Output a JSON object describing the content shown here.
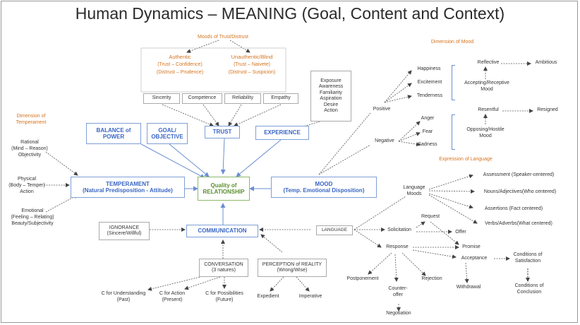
{
  "title": "Human Dynamics – MEANING (Goal, Content and Context)",
  "colors": {
    "accent_blue": "#3a66c4",
    "accent_green": "#5a8e2e",
    "accent_orange": "#d4741f"
  },
  "trust_section": {
    "heading": "Moods of Trust/Distrust",
    "authentic": {
      "title": "Authentic",
      "line1": "(Trust – Confidence)",
      "line2": "(Distrust – Prudence)"
    },
    "unauthentic": {
      "title": "Unauthentic/Blind",
      "line1": "(Trust – Naivete)",
      "line2": "(Distrust – Suspicion)"
    },
    "qualities": [
      "Sincerity",
      "Competence",
      "Reliability",
      "Empathy"
    ]
  },
  "experience_list": [
    "Exposure",
    "Awareness",
    "Familiarity",
    "Aspiration",
    "Desire",
    "Action"
  ],
  "boxes": {
    "balance": "BALANCE of POWER",
    "goal": "GOAL/ OBJECTIVE",
    "trust": "TRUST",
    "experience": "EXPERIENCE",
    "temperament_title": "TEMPERAMENT",
    "temperament_sub": "(Natural Predisposition - Attitude)",
    "quality_line1": "Quality of",
    "quality_line2": "RELATIONSHIP",
    "mood_title": "MOOD",
    "mood_sub": "(Temp. Emotional Disposition)",
    "communication": "COMMUNICATION",
    "ignorance_line1": "IGNORANCE",
    "ignorance_line2": "(Sincere/Willful)",
    "conversation_line1": "CONVERSATION",
    "conversation_line2": "(3 natures)",
    "perception_line1": "PERCEPTION of REALITY",
    "perception_line2": "(Wrong/Wise)",
    "language": "LANGUAGE"
  },
  "temperament_dims": {
    "heading_line1": "Dimension of",
    "heading_line2": "Temperament",
    "rational": [
      "Rational",
      "(Mind – Reason)",
      "Objectivity"
    ],
    "physical": [
      "Physical",
      "(Body – Temper)",
      "Action"
    ],
    "emotional": [
      "Emotional",
      "(Feeling – Relating)",
      "Beauty/Subjectivity"
    ]
  },
  "conversation_types": {
    "understanding": [
      "C for Understanding",
      "(Past)"
    ],
    "action": [
      "C for Action",
      "(Present)"
    ],
    "possibilities": [
      "C for Possibilities",
      "(Future)"
    ]
  },
  "perception_types": [
    "Expedient",
    "Imperative"
  ],
  "mood_dims": {
    "heading": "Dimension of Mood",
    "positive": "Positive",
    "negative": "Negative",
    "positive_items": [
      "Happiness",
      "Excitement",
      "Tenderness"
    ],
    "negative_items": [
      "Anger",
      "Fear",
      "Sadness"
    ],
    "accepting": [
      "Accepting/Receptive",
      "Mood"
    ],
    "opposing": [
      "Opposing/Hostile",
      "Mood"
    ],
    "reflective": "Reflective",
    "ambitious": "Ambitious",
    "resentful": "Resentful",
    "resigned": "Resigned"
  },
  "language_expr": {
    "heading": "Expression of Language",
    "language_moods": [
      "Language",
      "Moods"
    ],
    "items": [
      "Assessment (Speaker-centered)",
      "Nouns/Adjectives(Who centered)",
      "Assertions (Fact centered)",
      "Verbs/Adverbs(What centered)"
    ],
    "request": "Request",
    "offer": "Offer",
    "solicitation": "Solicitation",
    "response": "Response",
    "promise": "Promise",
    "acceptance": "Acceptance",
    "conditions_satisfaction": [
      "Conditions of",
      "Satisfaction"
    ],
    "conditions_conclusion": [
      "Conditions of",
      "Conclusion"
    ],
    "postponement": "Postponement",
    "counter_offer": [
      "Counter-",
      "offer"
    ],
    "rejection": "Rejection",
    "withdrawal": "Withdrawal",
    "negotiation": "Negotiation"
  }
}
